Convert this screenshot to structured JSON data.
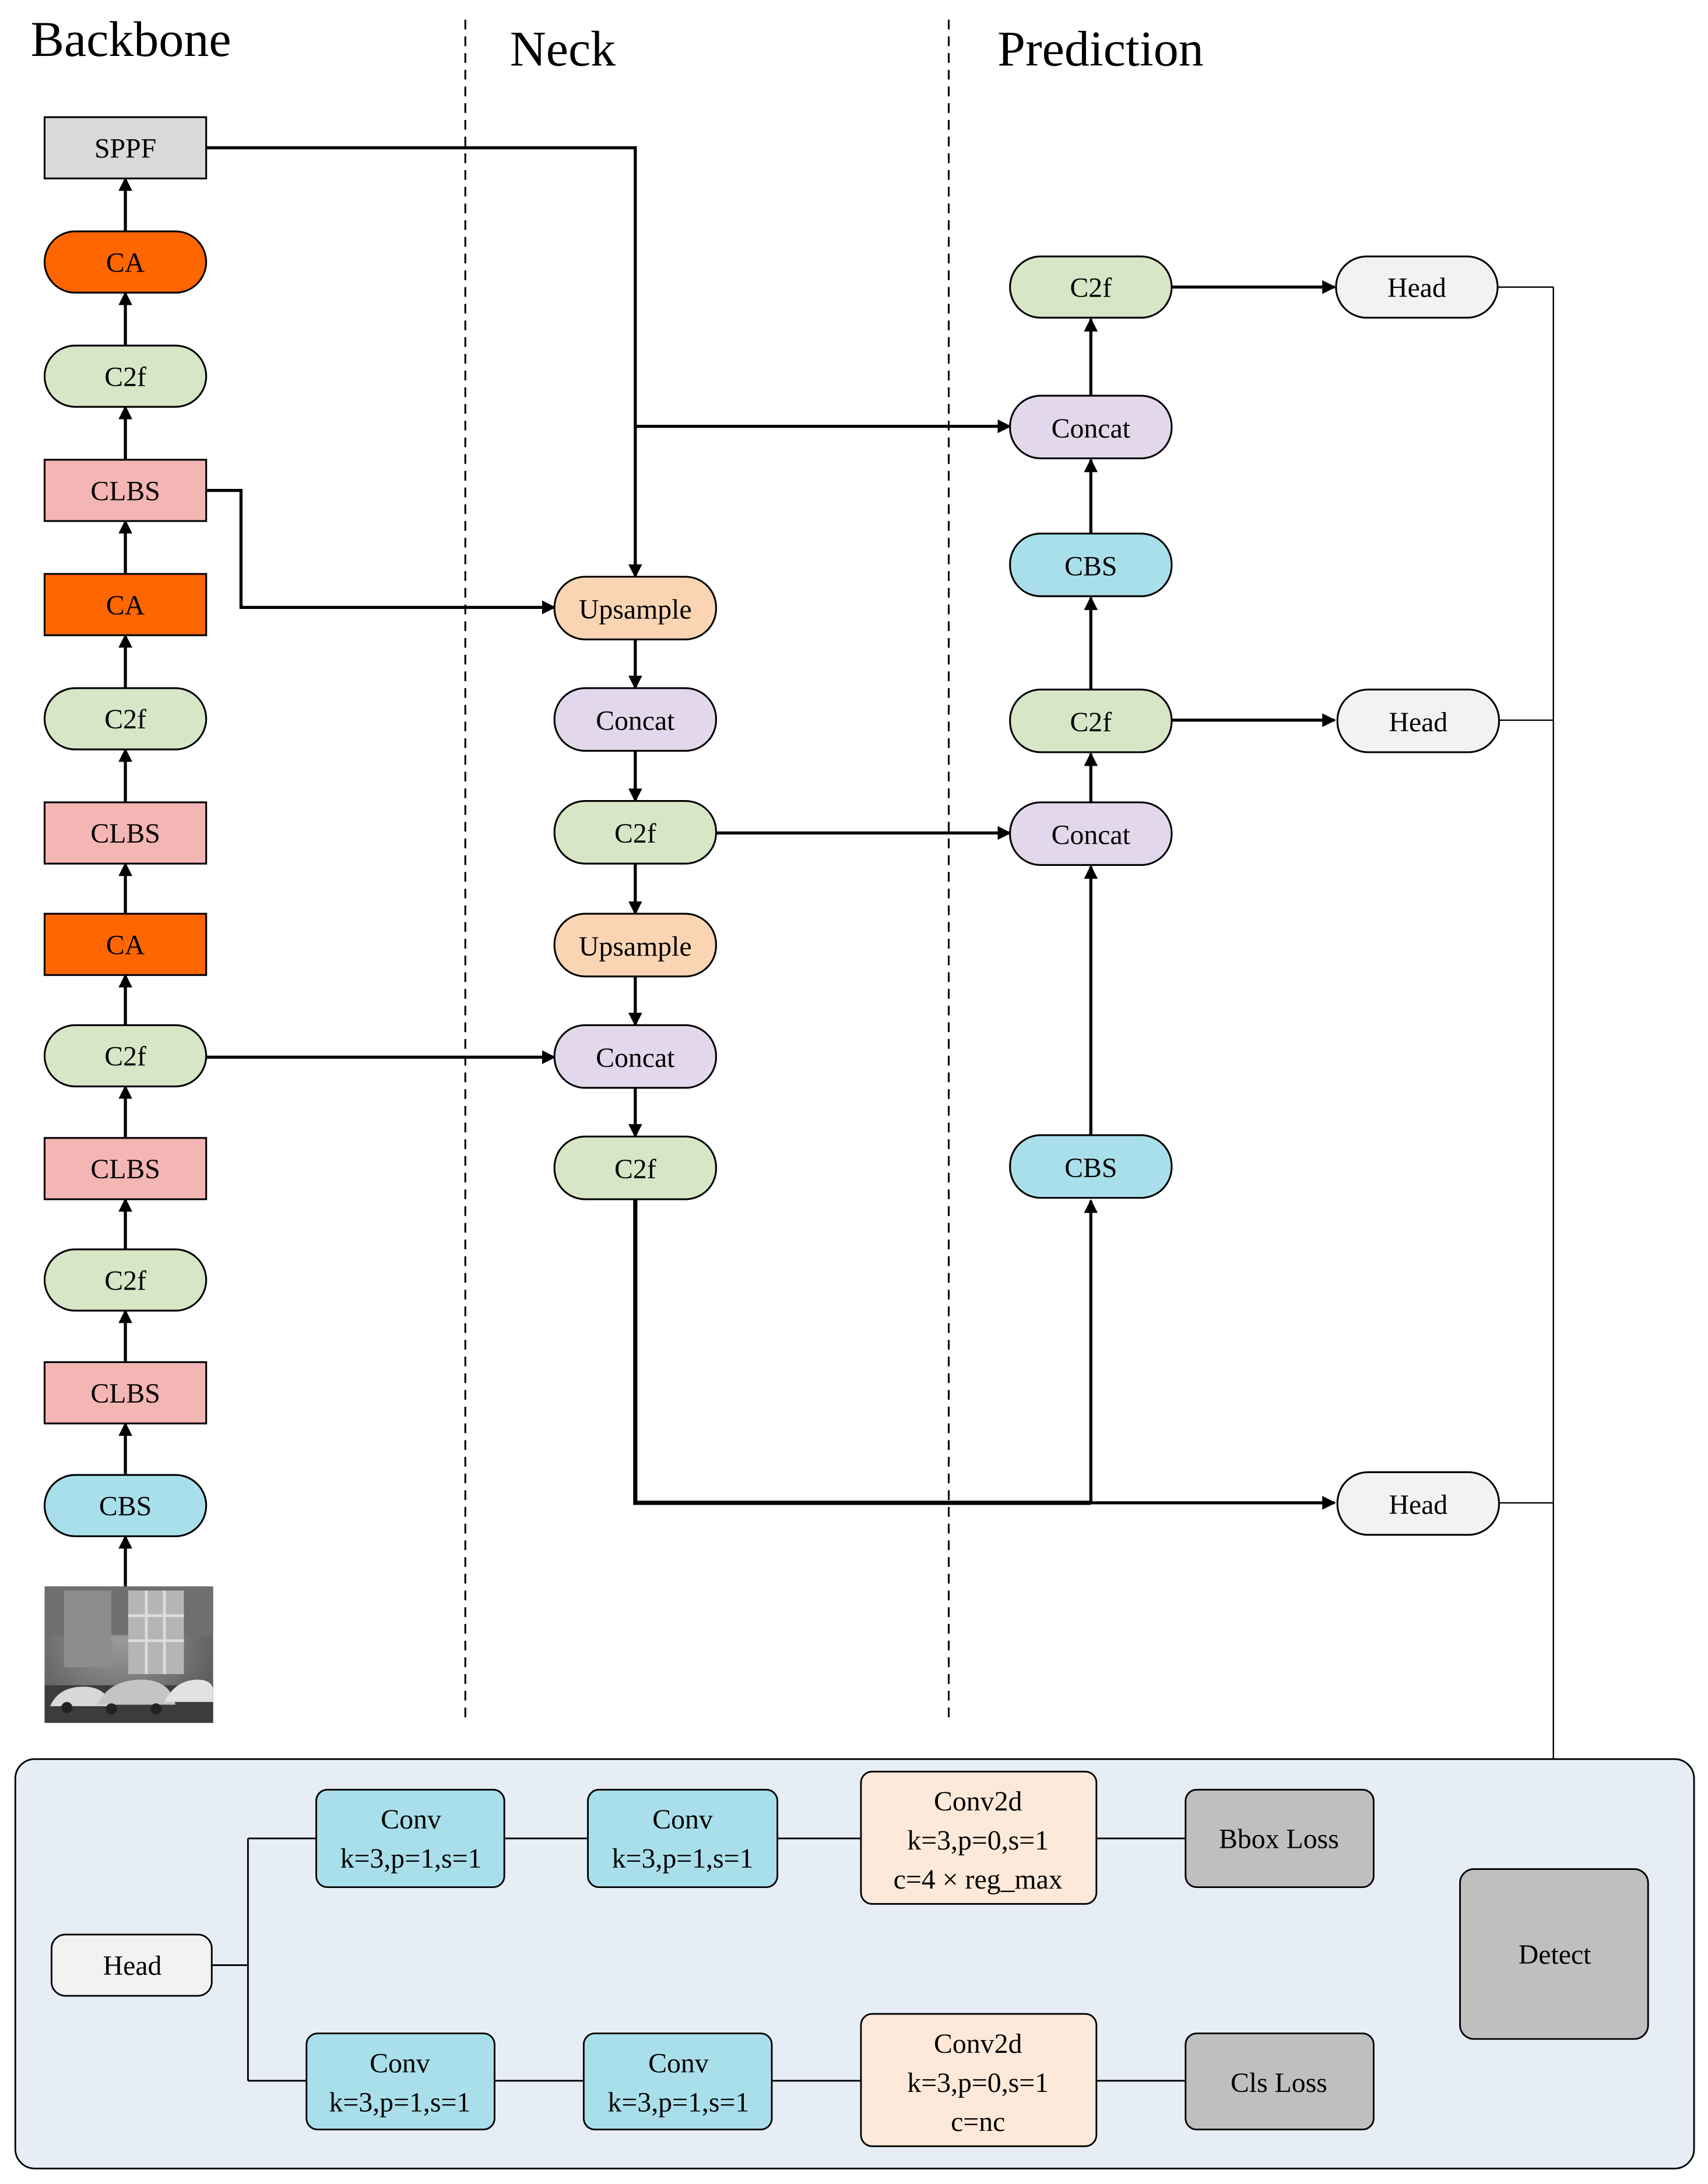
{
  "sections": {
    "backbone": "Backbone",
    "neck": "Neck",
    "prediction": "Prediction"
  },
  "backbone": {
    "input_image": "grayscale street scene with parked cars",
    "sppf": "SPPF",
    "ca_top": "CA",
    "c2f_top": "C2f",
    "clbs_top": "CLBS",
    "ca_mid": "CA",
    "c2f_mid": "C2f",
    "clbs_mid": "CLBS",
    "ca_low": "CA",
    "c2f_low": "C2f",
    "clbs_low": "CLBS",
    "c2f_bottom": "C2f",
    "clbs_bottom": "CLBS",
    "cbs_stem": "CBS"
  },
  "neck": {
    "upsample_1": "Upsample",
    "concat_1": "Concat",
    "c2f_1": "C2f",
    "upsample_2": "Upsample",
    "concat_2": "Concat",
    "c2f_2": "C2f"
  },
  "prediction": {
    "c2f_top": "C2f",
    "concat_top": "Concat",
    "cbs_top": "CBS",
    "c2f_mid": "C2f",
    "concat_mid": "Concat",
    "cbs_low": "CBS",
    "head_top": "Head",
    "head_mid": "Head",
    "head_low": "Head"
  },
  "detail": {
    "head": "Head",
    "detect": "Detect",
    "bbox_branch": {
      "conv_a": {
        "name": "Conv",
        "params": "k=3,p=1,s=1"
      },
      "conv_b": {
        "name": "Conv",
        "params": "k=3,p=1,s=1"
      },
      "conv2d": {
        "name": "Conv2d",
        "params": "k=3,p=0,s=1",
        "channels": "c=4 × reg_max"
      },
      "loss": "Bbox Loss"
    },
    "cls_branch": {
      "conv_a": {
        "name": "Conv",
        "params": "k=3,p=1,s=1"
      },
      "conv_b": {
        "name": "Conv",
        "params": "k=3,p=1,s=1"
      },
      "conv2d": {
        "name": "Conv2d",
        "params": "k=3,p=0,s=1",
        "channels": "c=nc"
      },
      "loss": "Cls Loss"
    }
  },
  "colors": {
    "ca": "#ff6600",
    "sppf": "#d9d9d9",
    "clbs": "#f4b6b4",
    "c2f": "#d6e6c6",
    "cbs": "#a9dfea",
    "upsample": "#fbd5b3",
    "concat": "#e3d8eb",
    "head": "#f2f2f2",
    "loss": "#bfbfbf",
    "conv2d": "#fde9d9",
    "panel": "#e7edf5"
  }
}
